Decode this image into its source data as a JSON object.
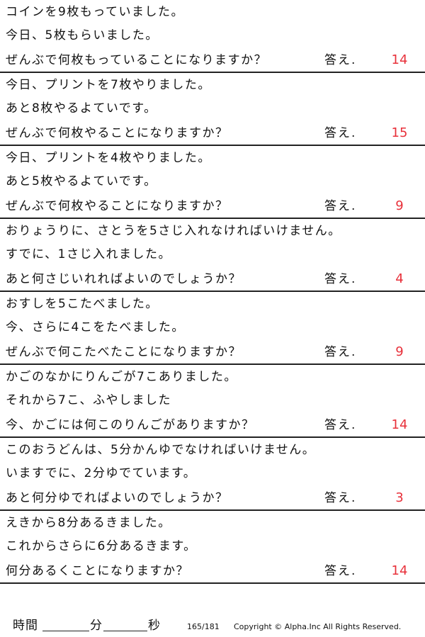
{
  "problems": [
    {
      "lines": [
        "コインを9枚もっていました。",
        "今日、5枚もらいました。",
        "ぜんぶで何枚もっていることになりますか？"
      ],
      "answer_label": "答え.",
      "answer": "14"
    },
    {
      "lines": [
        "今日、プリントを7枚やりました。",
        "あと8枚やるよていです。",
        "ぜんぶで何枚やることになりますか？"
      ],
      "answer_label": "答え.",
      "answer": "15"
    },
    {
      "lines": [
        "今日、プリントを4枚やりました。",
        "あと5枚やるよていです。",
        "ぜんぶで何枚やることになりますか？"
      ],
      "answer_label": "答え.",
      "answer": "9"
    },
    {
      "lines": [
        "おりょうりに、さとうを5さじ入れなければいけません。",
        "すでに、1さじ入れました。",
        "あと何さじいれればよいのでしょうか？"
      ],
      "answer_label": "答え.",
      "answer": "4"
    },
    {
      "lines": [
        "おすしを5こたべました。",
        "今、さらに4こをたべました。",
        "ぜんぶで何こたべたことになりますか？"
      ],
      "answer_label": "答え.",
      "answer": "9"
    },
    {
      "lines": [
        "かごのなかにりんごが7こありました。",
        "それから7こ、ふやしました",
        "今、かごには何このりんごがありますか？"
      ],
      "answer_label": "答え.",
      "answer": "14"
    },
    {
      "lines": [
        "このおうどんは、5分かんゆでなければいけません。",
        "いますでに、2分ゆでています。",
        "あと何分ゆでればよいのでしょうか？"
      ],
      "answer_label": "答え.",
      "answer": "3"
    },
    {
      "lines": [
        "えきから8分あるきました。",
        "これからさらに6分あるきます。",
        "何分あるくことになりますか？"
      ],
      "answer_label": "答え.",
      "answer": "14"
    }
  ],
  "footer": {
    "time_label": "時間",
    "minutes_unit": "分",
    "seconds_unit": "秒",
    "page_number": "165/181",
    "copyright": "Copyright ©  Alpha.Inc All Rights Reserved."
  },
  "colors": {
    "answer": "#e8303a",
    "text": "#111111",
    "rule": "#222222"
  }
}
